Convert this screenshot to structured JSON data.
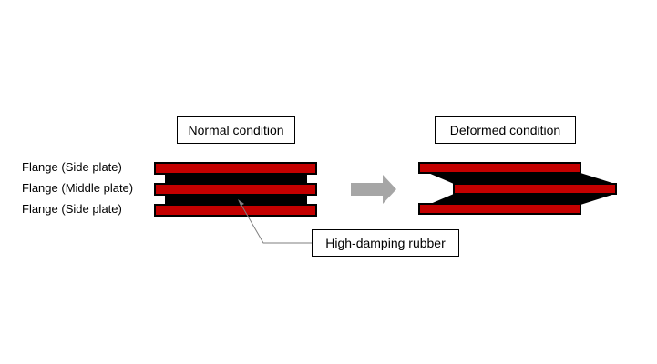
{
  "diagram": {
    "normal_title": "Normal condition",
    "deformed_title": "Deformed condition",
    "labels": {
      "side_plate_top": "Flange (Side plate)",
      "middle_plate": "Flange (Middle plate)",
      "side_plate_bottom": "Flange (Side plate)"
    },
    "callout": "High-damping rubber",
    "colors": {
      "flange": "#c40000",
      "rubber": "#000000",
      "arrow": "#a6a6a6",
      "leader": "#7f7f7f"
    }
  }
}
